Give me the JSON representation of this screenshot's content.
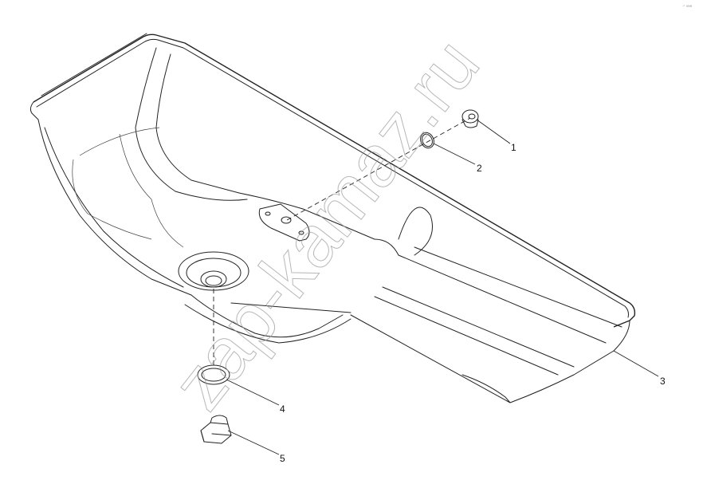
{
  "diagram": {
    "callouts": [
      {
        "id": "1",
        "label": "1"
      },
      {
        "id": "2",
        "label": "2"
      },
      {
        "id": "3",
        "label": "3"
      },
      {
        "id": "4",
        "label": "4"
      },
      {
        "id": "5",
        "label": "5"
      }
    ],
    "watermark": "zap-kamaz.ru",
    "corner_mark": "♂ ∞∞",
    "colors": {
      "line": "#222222",
      "watermark": "#9a9a9a",
      "background": "#ffffff"
    }
  }
}
